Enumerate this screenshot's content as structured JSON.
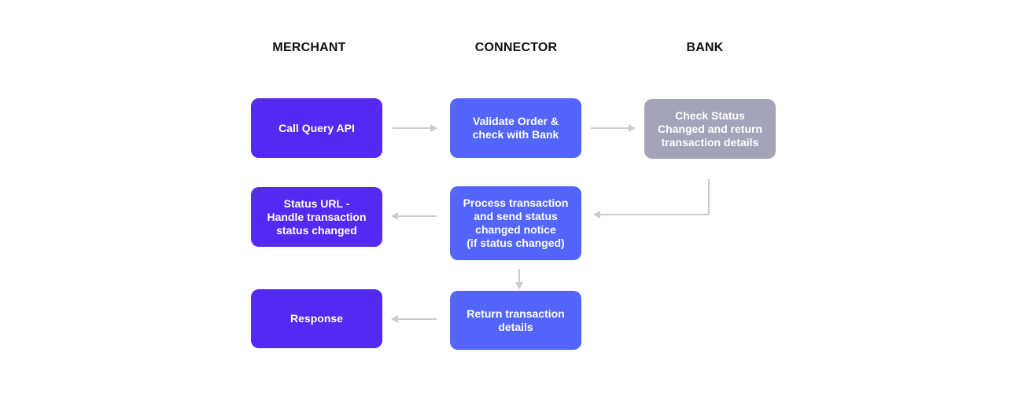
{
  "headers": {
    "merchant": "MERCHANT",
    "connector": "CONNECTOR",
    "bank": "BANK"
  },
  "nodes": {
    "call_query_api": "Call Query API",
    "validate_order": "Validate Order &\ncheck with Bank",
    "check_status": "Check Status\nChanged and return\ntransaction details",
    "status_url": "Status URL -\nHandle transaction\nstatus changed",
    "process_transaction": "Process transaction\nand send status\nchanged notice\n(if status changed)",
    "response": "Response",
    "return_details": "Return transaction\ndetails"
  },
  "colors": {
    "merchant": "#5429f2",
    "connector": "#5365fb",
    "bank": "#a3a3b9",
    "arrow": "#cccccc"
  }
}
